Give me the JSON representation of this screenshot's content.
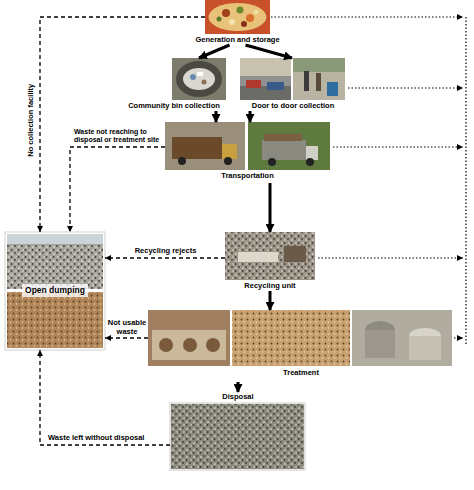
{
  "diagram": {
    "nodes": [
      {
        "text": [
          "Generation and storage"
        ]
      },
      {
        "text": [
          "Community bin collection"
        ]
      },
      {
        "text": [
          "Door to door collection"
        ]
      },
      {
        "text": [
          "Transportation"
        ]
      },
      {
        "text": [
          "Open dumping"
        ]
      },
      {
        "text": [
          "Recycling unit"
        ]
      },
      {
        "text": [
          "Treatment"
        ]
      },
      {
        "text": [
          "Disposal"
        ]
      }
    ],
    "edges": [
      {
        "from": 0,
        "to": 1,
        "arrow": "to"
      },
      {
        "from": 0,
        "to": 2,
        "arrow": "to"
      },
      {
        "from": 1,
        "to": 3,
        "arrow": "to"
      },
      {
        "from": 2,
        "to": 3,
        "arrow": "to"
      },
      {
        "from": 3,
        "to": 5,
        "arrow": "to"
      },
      {
        "from": 5,
        "to": 6,
        "arrow": "to"
      },
      {
        "from": 6,
        "to": 7,
        "arrow": "to"
      },
      {
        "from": 0,
        "to": 4,
        "label": "No collection facility",
        "arrow": "to"
      },
      {
        "from": 3,
        "to": 4,
        "label": "Waste not reaching to disposal or treatment site",
        "arrow": "to"
      },
      {
        "from": 5,
        "to": 4,
        "label": "Recycling rejects",
        "arrow": "to"
      },
      {
        "from": 6,
        "to": 4,
        "label": "Not usable waste",
        "arrow": "to"
      },
      {
        "from": 7,
        "to": 4,
        "label": "Waste left without disposal",
        "arrow": "to"
      }
    ]
  }
}
